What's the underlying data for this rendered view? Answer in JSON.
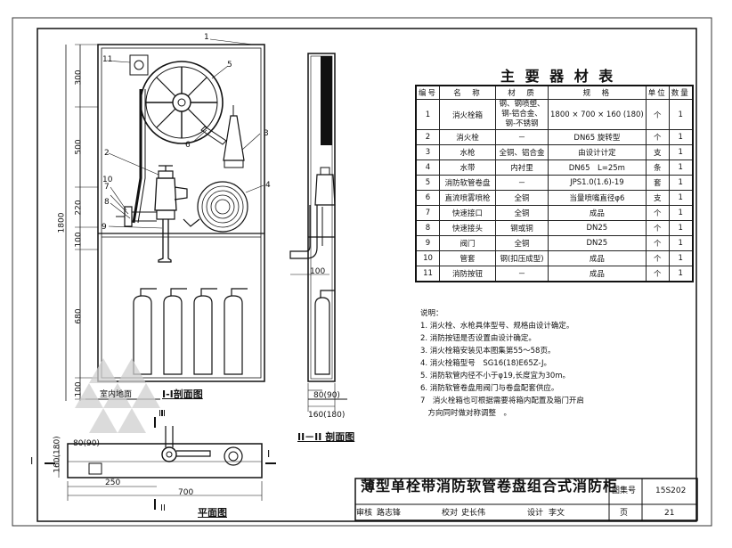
{
  "callouts": [
    "1",
    "2",
    "3",
    "4",
    "5",
    "6",
    "7",
    "8",
    "9",
    "10",
    "11"
  ],
  "dims_front_vertical": [
    "300",
    "500",
    "220",
    "100",
    "680",
    "100"
  ],
  "dim_total_height": "1800",
  "label_floor": "室内地面",
  "section_I": {
    "label": "I-I剖面图",
    "cut_mark": "II"
  },
  "section_II": {
    "label": "II－II 剖面图",
    "dim_pipe": "100",
    "dim_depth_a": "80(90)",
    "dim_depth_b": "160(180)"
  },
  "plan": {
    "label": "平面图",
    "dim_a": "160(180)",
    "dim_b": "80(90)",
    "dim_c": "250",
    "dim_d": "700",
    "cut_I_left": "I",
    "cut_I_right": "I",
    "cut_II_top": "II",
    "cut_II_bottom": "II"
  },
  "table": {
    "title": "主 要 器 材 表",
    "headers": [
      "编号",
      "名　称",
      "材　质",
      "规　格",
      "单位",
      "数量"
    ],
    "rows": [
      [
        "1",
        "消火栓箱",
        "钢、钢喷塑、钢-铝合金、钢-不锈钢",
        "1800 × 700 × 160 (180)",
        "个",
        "1"
      ],
      [
        "2",
        "消火栓",
        "－",
        "DN65 旋转型",
        "个",
        "1"
      ],
      [
        "3",
        "水枪",
        "全铜、铝合金",
        "由设计计定",
        "支",
        "1"
      ],
      [
        "4",
        "水带",
        "内衬里",
        "DN65　L=25m",
        "条",
        "1"
      ],
      [
        "5",
        "消防软管卷盘",
        "－",
        "JPS1.0(1.6)-19",
        "套",
        "1"
      ],
      [
        "6",
        "直流喷雾喷枪",
        "全铜",
        "当量喷嘴直径φ6",
        "支",
        "1"
      ],
      [
        "7",
        "快速接口",
        "全铜",
        "成品",
        "个",
        "1"
      ],
      [
        "8",
        "快速接头",
        "钢或铜",
        "DN25",
        "个",
        "1"
      ],
      [
        "9",
        "阀门",
        "全铜",
        "DN25",
        "个",
        "1"
      ],
      [
        "10",
        "管套",
        "钢(扣压成型)",
        "成品",
        "个",
        "1"
      ],
      [
        "11",
        "消防按钮",
        "－",
        "成品",
        "个",
        "1"
      ]
    ]
  },
  "notes": {
    "heading": "说明：",
    "items": [
      "1. 消火栓、水枪具体型号、规格由设计确定。",
      "2. 消防按钮是否设置由设计确定。",
      "3. 消火栓箱安装见本图集第55～58页。",
      "4. 消火栓箱型号　SG16(18)E65Z-J。",
      "5. 消防软管内径不小于φ19,长度宜为30m。",
      "6. 消防软管卷盘用阀门与卷盘配套供应。",
      "7　消火栓箱也可根据需要将箱内配置及箱门开启",
      "　方向同时做对称调整　。"
    ]
  },
  "title_block": {
    "title": "薄型单栓带消防软管卷盘组合式消防柜",
    "atlas_label": "图集号",
    "atlas_no": "15S202",
    "page_label": "页",
    "page_no": "21",
    "review_label": "审核",
    "reviewer": "路志锋",
    "check_label": "校对",
    "checker": "史长伟",
    "design_label": "设计",
    "designer": "李文"
  }
}
